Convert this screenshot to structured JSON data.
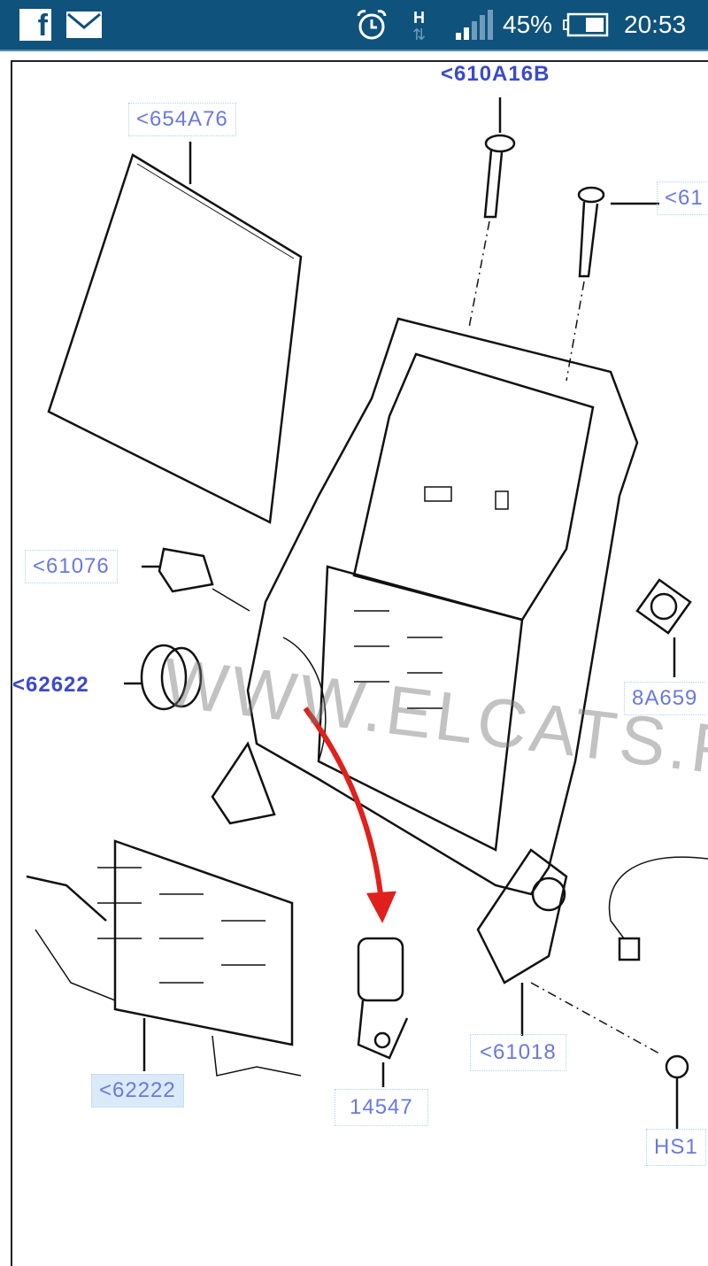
{
  "status_bar": {
    "notifications": [
      "facebook-icon",
      "mail-icon"
    ],
    "network_type": "H",
    "battery": "45%",
    "time": "20:53"
  },
  "diagram": {
    "watermark": "WWW.ELCATS.RU",
    "labels": {
      "l610a16b": "<610A16B",
      "l654a76": "<654A76",
      "l61_partial": "<61",
      "l61076": "<61076",
      "l62622": "<62622",
      "l8a659": "8A659",
      "l62222": "<62222",
      "l14547": "14547",
      "l61018": "<61018",
      "lhs1": "HS1"
    },
    "arrow_color": "#e0201c"
  }
}
